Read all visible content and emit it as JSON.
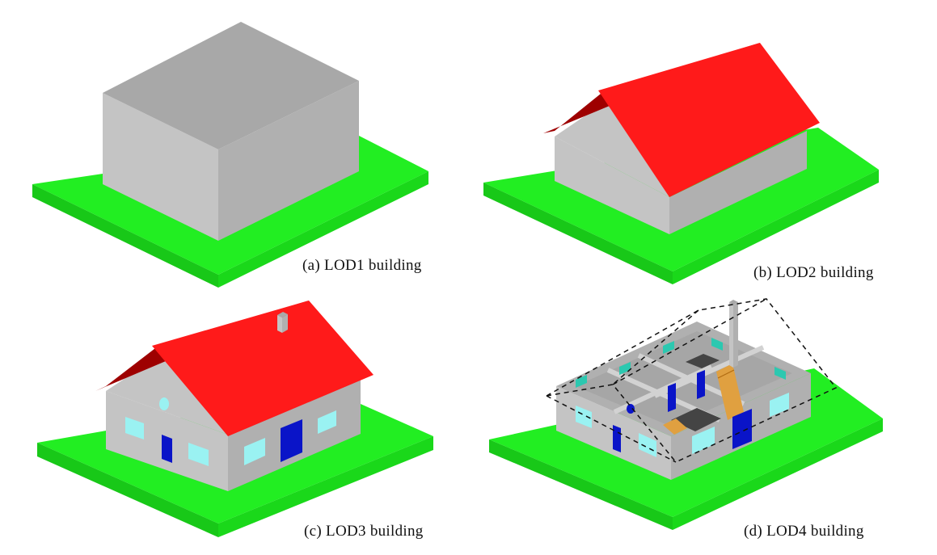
{
  "panels": [
    {
      "id": "lod1",
      "caption": "(a) LOD1 building"
    },
    {
      "id": "lod2",
      "caption": "(b) LOD2 building"
    },
    {
      "id": "lod3",
      "caption": "(c) LOD3 building"
    },
    {
      "id": "lod4",
      "caption": "(d) LOD4 building"
    }
  ],
  "colors": {
    "ground_top": "#22ee22",
    "ground_left": "#18c818",
    "ground_right": "#1ad81a",
    "wall_light": "#c4c4c4",
    "wall_mid": "#b0b0b0",
    "wall_dark": "#9c9c9c",
    "roof": "#ff1a1a",
    "roof_dark": "#9e0000",
    "door": "#0a14c8",
    "window": "#9af2f2",
    "window_dark": "#2cc8b0",
    "stairs": "#e0a040",
    "floor_dark": "#444444"
  }
}
